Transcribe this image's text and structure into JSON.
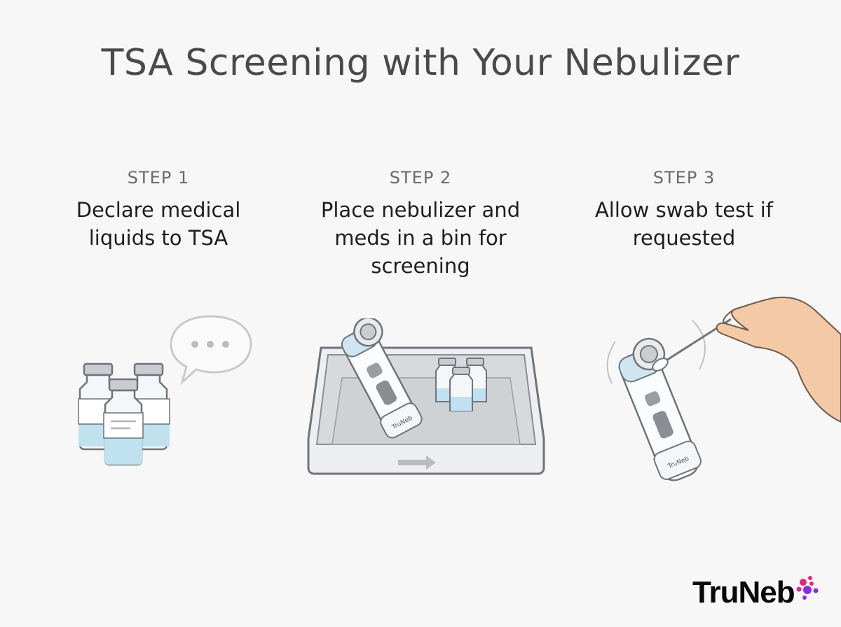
{
  "title": "TSA Screening with Your Nebulizer",
  "steps": [
    {
      "label": "STEP 1",
      "description": "Declare medical liquids to TSA",
      "illustration": "medication-vials-with-speech-bubble"
    },
    {
      "label": "STEP 2",
      "description": "Place nebulizer and meds in a bin for screening",
      "illustration": "nebulizer-and-vials-in-screening-bin"
    },
    {
      "label": "STEP 3",
      "description": "Allow swab test if requested",
      "illustration": "hand-swabbing-nebulizer"
    }
  ],
  "device_brand_text": "TruNeb",
  "logo": {
    "text": "TruNeb",
    "colors": [
      "#e8247c",
      "#8a2be2"
    ]
  },
  "colors": {
    "vial_liquid": "#bfe1f0",
    "bin": "#e3e5e8",
    "skin": "#f3c9a6"
  }
}
